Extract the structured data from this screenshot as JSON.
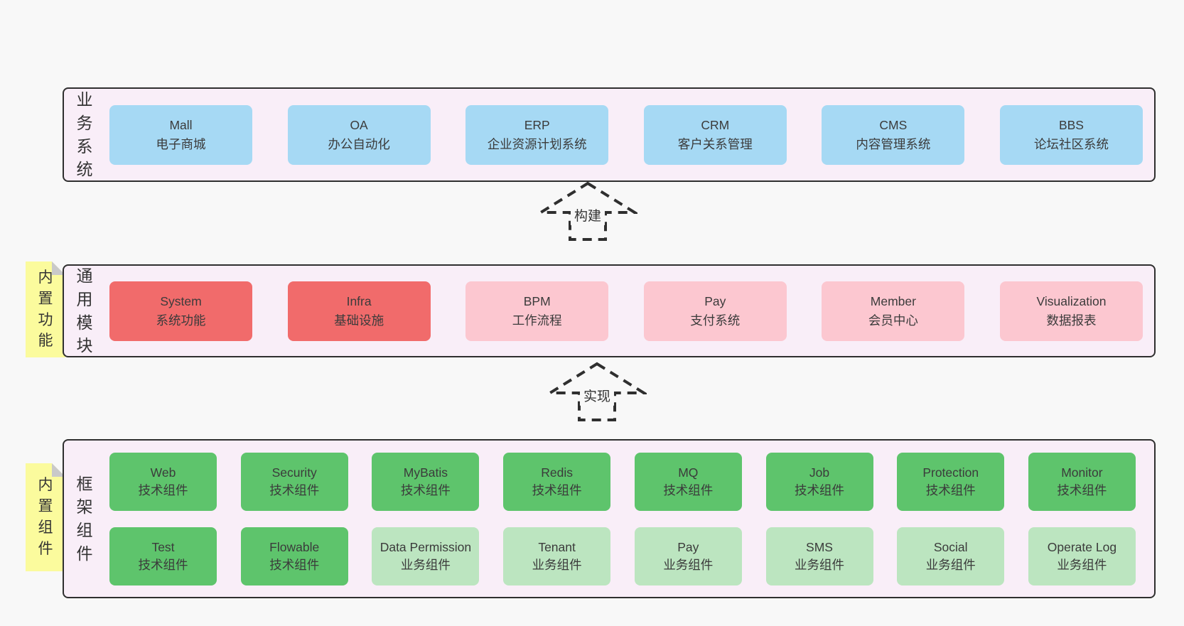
{
  "colors": {
    "page_background": "#f8f8f8",
    "container_fill": "#f9eef8",
    "container_border": "#2f2f2f",
    "blue_box": "#a6d9f4",
    "red_box": "#f16b6b",
    "pink_box": "#fcc7d0",
    "green_box": "#5ec46c",
    "light_green_box": "#bce5c0",
    "sticky_yellow": "#fbfb9d"
  },
  "business": {
    "label": "业务系统",
    "boxes": [
      {
        "name": "Mall",
        "desc": "电子商城"
      },
      {
        "name": "OA",
        "desc": "办公自动化"
      },
      {
        "name": "ERP",
        "desc": "企业资源计划系统"
      },
      {
        "name": "CRM",
        "desc": "客户关系管理"
      },
      {
        "name": "CMS",
        "desc": "内容管理系统"
      },
      {
        "name": "BBS",
        "desc": "论坛社区系统"
      }
    ]
  },
  "arrows": {
    "build": "构建",
    "implement": "实现"
  },
  "common": {
    "sticky": "内置功能",
    "label": "通用模块",
    "boxes": [
      {
        "name": "System",
        "desc": "系统功能"
      },
      {
        "name": "Infra",
        "desc": "基础设施"
      },
      {
        "name": "BPM",
        "desc": "工作流程"
      },
      {
        "name": "Pay",
        "desc": "支付系统"
      },
      {
        "name": "Member",
        "desc": "会员中心"
      },
      {
        "name": "Visualization",
        "desc": "数据报表"
      }
    ]
  },
  "framework": {
    "sticky": "内置组件",
    "label": "框架组件",
    "row1": [
      {
        "name": "Web",
        "desc": "技术组件"
      },
      {
        "name": "Security",
        "desc": "技术组件"
      },
      {
        "name": "MyBatis",
        "desc": "技术组件"
      },
      {
        "name": "Redis",
        "desc": "技术组件"
      },
      {
        "name": "MQ",
        "desc": "技术组件"
      },
      {
        "name": "Job",
        "desc": "技术组件"
      },
      {
        "name": "Protection",
        "desc": "技术组件"
      },
      {
        "name": "Monitor",
        "desc": "技术组件"
      }
    ],
    "row2": [
      {
        "name": "Test",
        "desc": "技术组件"
      },
      {
        "name": "Flowable",
        "desc": "技术组件"
      },
      {
        "name": "Data Permission",
        "desc": "业务组件"
      },
      {
        "name": "Tenant",
        "desc": "业务组件"
      },
      {
        "name": "Pay",
        "desc": "业务组件"
      },
      {
        "name": "SMS",
        "desc": "业务组件"
      },
      {
        "name": "Social",
        "desc": "业务组件"
      },
      {
        "name": "Operate Log",
        "desc": "业务组件"
      }
    ]
  }
}
